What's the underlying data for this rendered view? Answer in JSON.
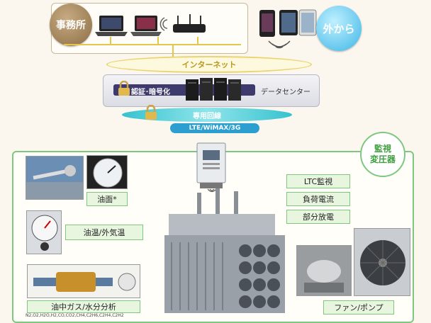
{
  "office": {
    "label": "事務所"
  },
  "outside": {
    "label": "外から"
  },
  "internet": {
    "label": "インターネット"
  },
  "datacenter": {
    "auth_label": "認証･暗号化",
    "label": "データセンター"
  },
  "private_line": {
    "label": "専用回線",
    "network_label": "LTE/WiMAX/3G"
  },
  "monitor": {
    "title_line1": "監視",
    "title_line2": "変圧器"
  },
  "items": {
    "oil_level": "油面*",
    "oil_temp": "油温/外気温",
    "gas_analysis": "油中ガス/水分分析",
    "gases": "N2,O2,H2O,H2,CO,CO2,CH4,C2H6,C2H4,C2H2",
    "ltc": "LTC監視",
    "load_current": "負荷電流",
    "partial_discharge": "部分放電",
    "fan_pump": "ファン/ポンプ"
  },
  "colors": {
    "office": "#a3845a",
    "outside": "#3fb6e6",
    "monitor_border": "#7fc77f",
    "private_line": "#37c3cf"
  }
}
